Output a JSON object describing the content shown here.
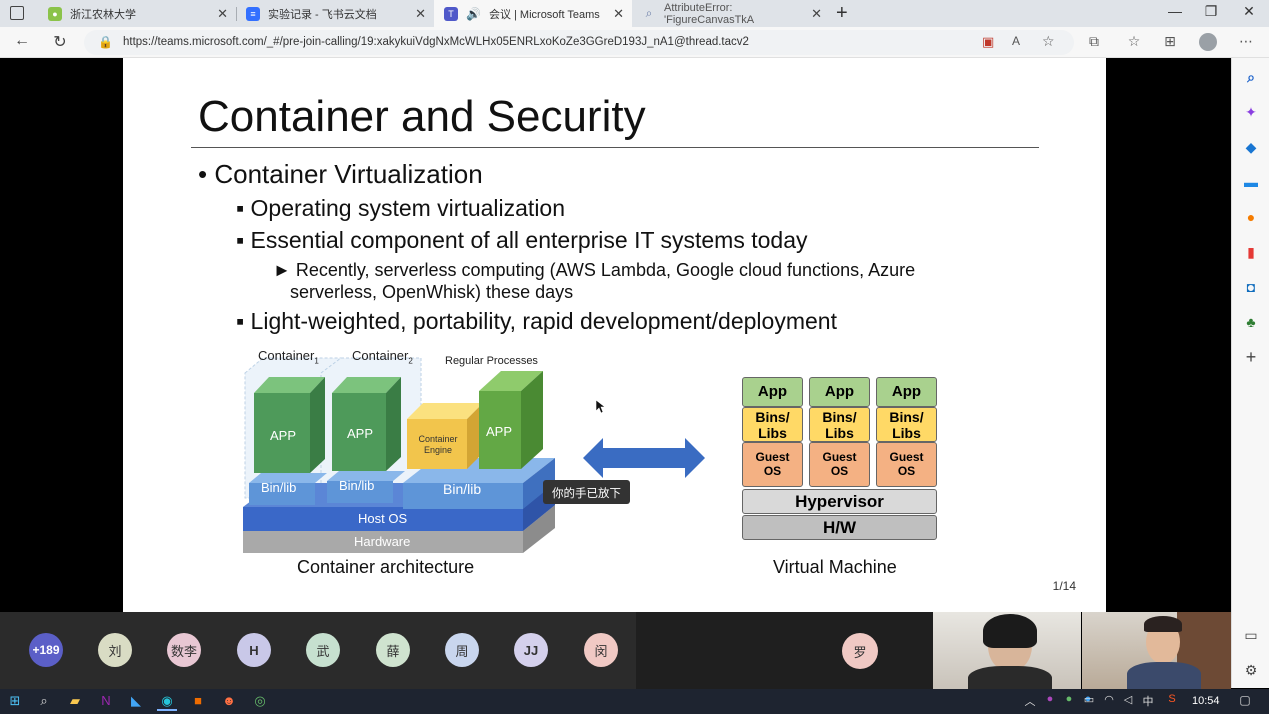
{
  "tabs": [
    {
      "label": "浙江农林大学",
      "fav": "campus-icon",
      "color": "#8bc34a"
    },
    {
      "label": "实验记录 - 飞书云文档",
      "fav": "doc-icon",
      "color": "#3370ff"
    },
    {
      "label": "会议 | Microsoft Teams",
      "fav": "teams-icon",
      "color": "#5059c9"
    },
    {
      "label": "AttributeError: 'FigureCanvasTkA",
      "fav": "search-icon",
      "color": "#888"
    }
  ],
  "address": {
    "url": "https://teams.microsoft.com/_#/pre-join-calling/19:xakykuiVdgNxMcWLHx05ENRLxoKoZe3GGreD193J_nA1@thread.tacv2"
  },
  "slide": {
    "title": "Container and Security",
    "bullet1": "Container Virtualization",
    "bullet2a": "Operating system virtualization",
    "bullet2b": "Essential component of all enterprise IT systems today",
    "bullet3a": "Recently, serverless computing (AWS Lambda, Google cloud functions, Azure",
    "bullet3b": "serverless, OpenWhisk) these days",
    "bullet2c": "Light-weighted, portability, rapid development/deployment",
    "page": "1/14"
  },
  "diagram": {
    "container1": "Container",
    "container1_sub": "1",
    "container2": "Container",
    "container2_sub": "2",
    "regular_processes": "Regular Processes",
    "app": "APP",
    "engine_line1": "Container",
    "engine_line2": "Engine",
    "binlib": "Bin/lib",
    "host_os": "Host OS",
    "hardware": "Hardware",
    "caption_left": "Container architecture",
    "tooltip": "你的手已放下",
    "vm_app": "App",
    "vm_bins1": "Bins/",
    "vm_bins2": "Libs",
    "vm_guest1": "Guest",
    "vm_guest2": "OS",
    "hypervisor": "Hypervisor",
    "hw": "H/W",
    "caption_right": "Virtual Machine"
  },
  "participants": {
    "overflow": "+189",
    "people": [
      "刘",
      "数李",
      "H",
      "武",
      "薛",
      "周",
      "JJ",
      "闵"
    ],
    "colors": [
      "#d9dcc4",
      "#e8c7d3",
      "#c9c8e8",
      "#c6e0cf",
      "#cfe3cf",
      "#c9d6ee",
      "#d4d0ec",
      "#f0c9c4"
    ],
    "featured": "罗"
  },
  "clock": "10:54"
}
